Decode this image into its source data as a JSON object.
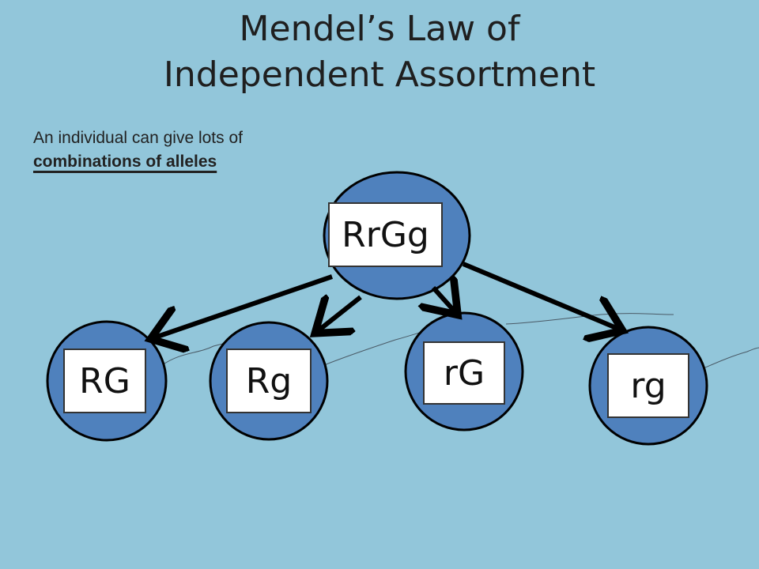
{
  "title": {
    "line1": "Mendel’s Law of",
    "line2": "Independent Assortment"
  },
  "subtitle": {
    "line1": "An individual can give lots of",
    "line2": "combinations of alleles"
  },
  "parent": {
    "genotype": "RrGg"
  },
  "gametes": [
    {
      "genotype": "RG"
    },
    {
      "genotype": "Rg"
    },
    {
      "genotype": "rG"
    },
    {
      "genotype": "rg"
    }
  ],
  "colors": {
    "background": "#92c6da",
    "circle_fill": "#4f81bd",
    "circle_stroke": "#000000",
    "arrow": "#000000"
  }
}
